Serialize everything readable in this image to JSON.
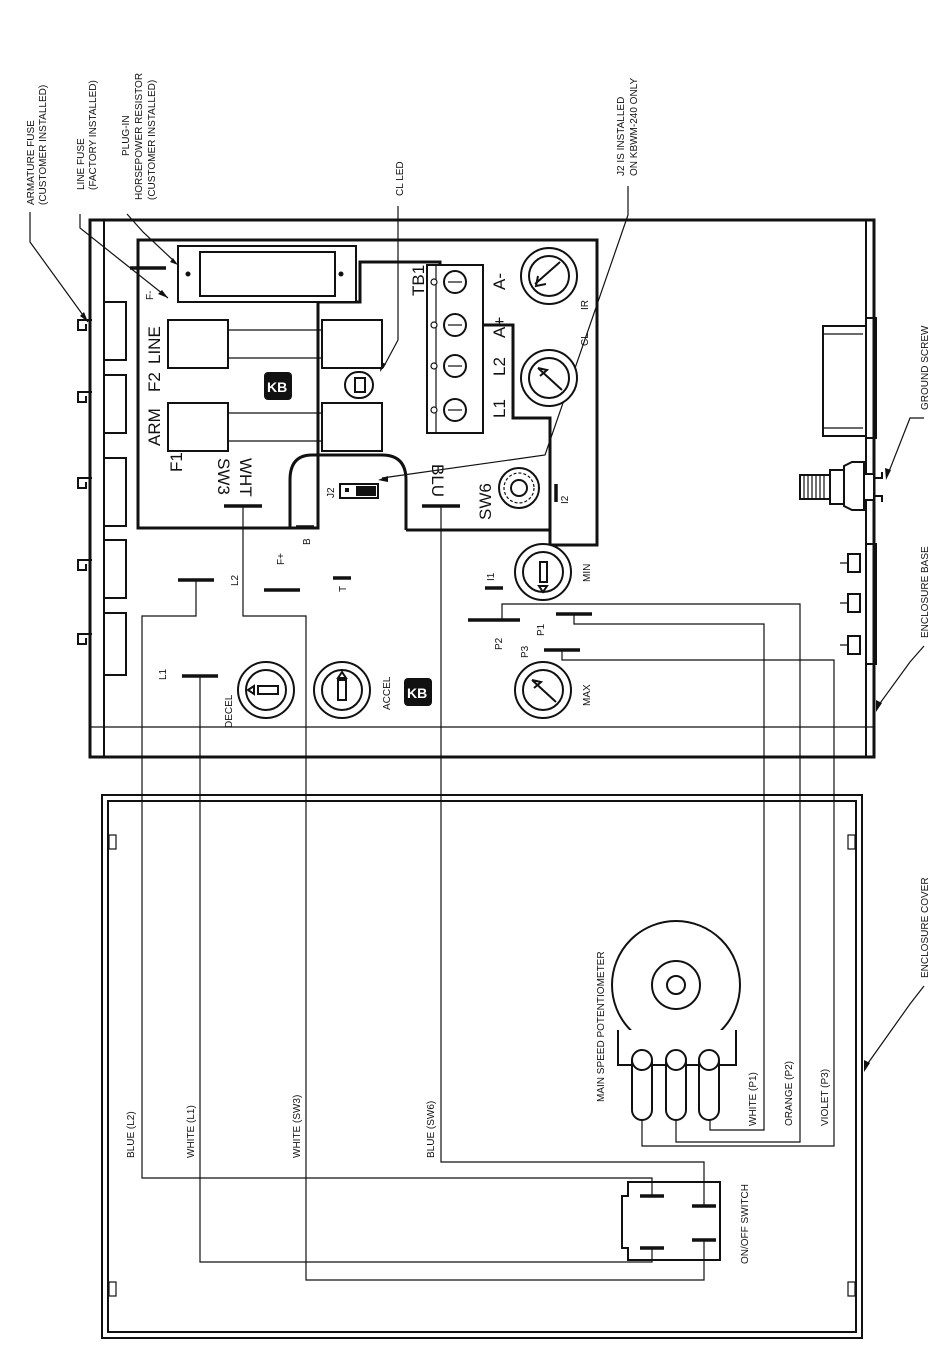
{
  "callouts": {
    "armature_fuse": [
      "ARMATURE FUSE",
      "(CUSTOMER INSTALLED)"
    ],
    "line_fuse": [
      "LINE FUSE",
      "(FACTORY INSTALLED)"
    ],
    "plugin_resistor": [
      "PLUG-IN",
      "HORSEPOWER RESISTOR",
      "(CUSTOMER INSTALLED)"
    ],
    "cl_led": "CL LED",
    "j2_note": [
      "J2 IS INSTALLED",
      "ON KBWM-240 ONLY"
    ],
    "ground_screw": "GROUND SCREW",
    "enclosure_base": "ENCLOSURE BASE",
    "enclosure_cover": "ENCLOSURE COVER"
  },
  "board": {
    "logo": "KB",
    "fuse_f1": "F1",
    "fuse_arm": "ARM",
    "fuse_f2": "F2",
    "fuse_line": "LINE",
    "f_minus": "F-",
    "f_plus": "F+",
    "b": "B",
    "t": "T",
    "l1": "L1",
    "l2": "L2",
    "tb1": "TB1",
    "tb1_terminals": [
      "L1",
      "L2",
      "A+",
      "A-"
    ],
    "sw3": "SW3",
    "wht": "WHT",
    "sw6": "SW6",
    "blu": "BLU",
    "j2": "J2",
    "i1": "I1",
    "i2": "I2",
    "p1": "P1",
    "p2": "P2",
    "p3": "P3",
    "trimpots": {
      "ir": "IR",
      "cl": "CL",
      "min": "MIN",
      "max": "MAX",
      "decel": "DECEL",
      "accel": "ACCEL"
    }
  },
  "cover": {
    "potentiometer_label": "MAIN SPEED POTENTIOMETER",
    "switch_label": "ON/OFF SWITCH",
    "wires": [
      "BLUE (L2)",
      "WHITE (L1)",
      "WHITE (SW3)",
      "BLUE (SW6)",
      "WHITE (P1)",
      "ORANGE (P2)",
      "VIOLET (P3)"
    ]
  }
}
